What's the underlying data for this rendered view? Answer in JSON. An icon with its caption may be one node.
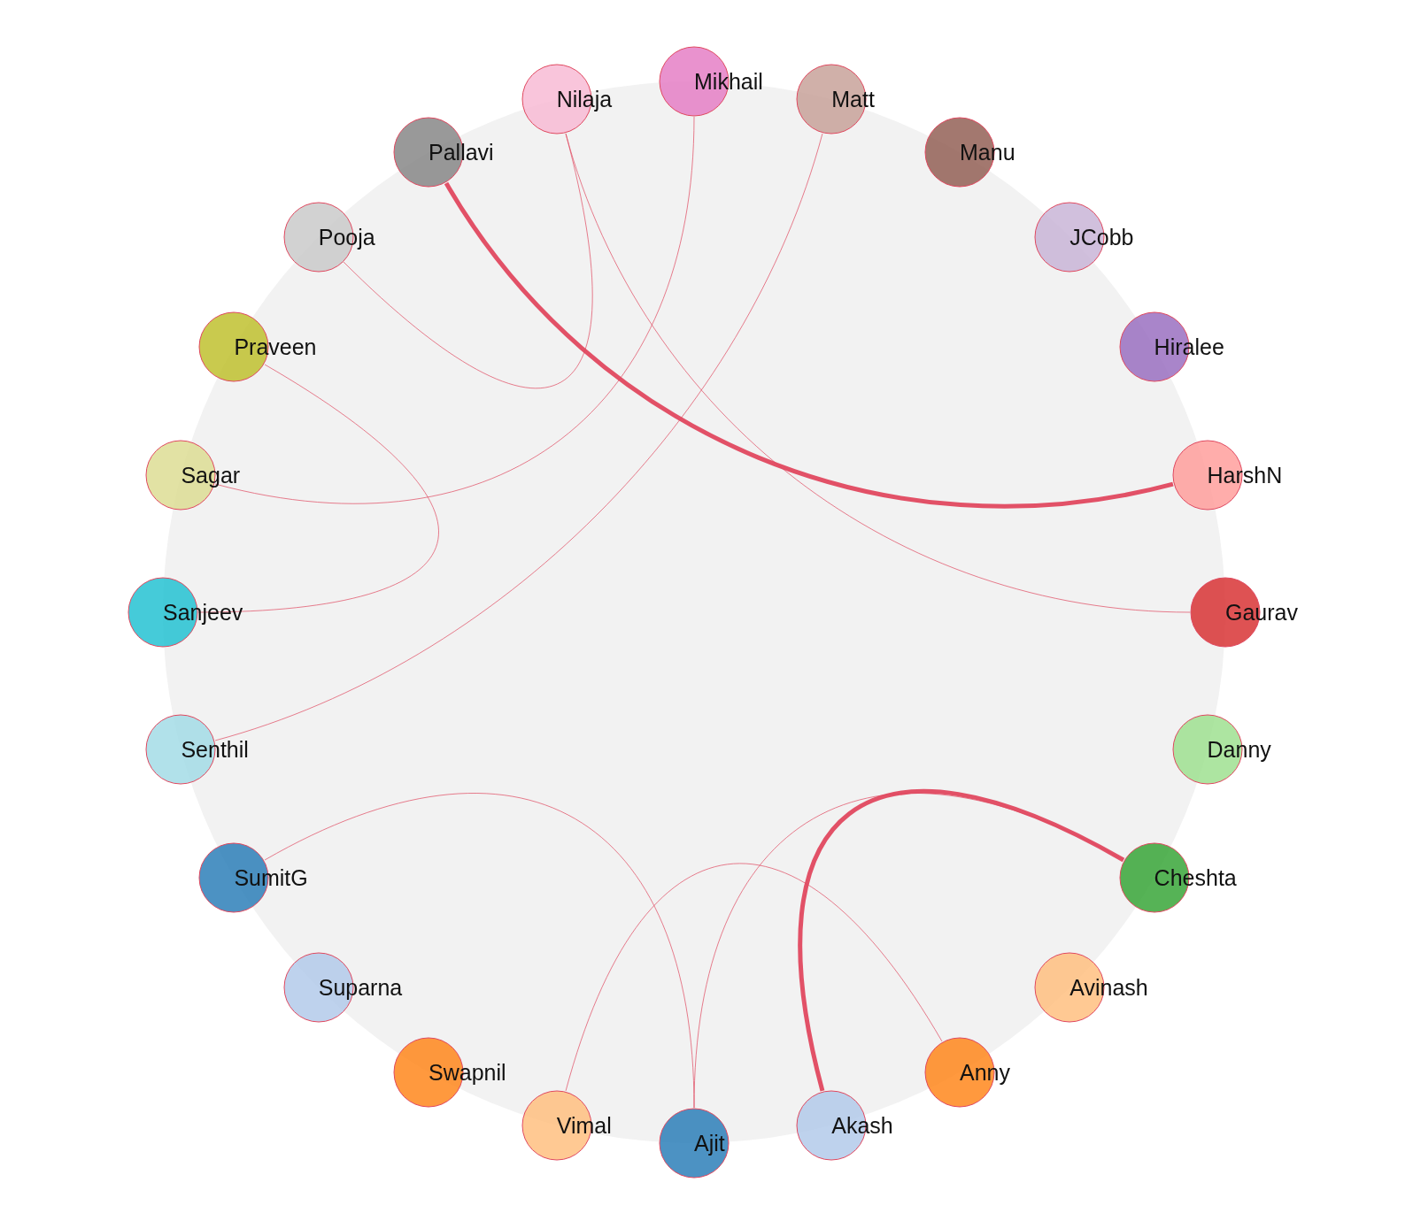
{
  "diagram": {
    "nodes": [
      {
        "text": [
          "Mikhail"
        ]
      },
      {
        "text": [
          "Matt"
        ]
      },
      {
        "text": [
          "Manu"
        ]
      },
      {
        "text": [
          "JCobb"
        ]
      },
      {
        "text": [
          "Hiralee"
        ]
      },
      {
        "text": [
          "HarshN"
        ]
      },
      {
        "text": [
          "Gaurav"
        ]
      },
      {
        "text": [
          "Danny"
        ]
      },
      {
        "text": [
          "Cheshta"
        ]
      },
      {
        "text": [
          "Avinash"
        ]
      },
      {
        "text": [
          "Anny"
        ]
      },
      {
        "text": [
          "Akash"
        ]
      },
      {
        "text": [
          "Ajit"
        ]
      },
      {
        "text": [
          "Vimal"
        ]
      },
      {
        "text": [
          "Swapnil"
        ]
      },
      {
        "text": [
          "Suparna"
        ]
      },
      {
        "text": [
          "SumitG"
        ]
      },
      {
        "text": [
          "Senthil"
        ]
      },
      {
        "text": [
          "Sanjeev"
        ]
      },
      {
        "text": [
          "Sagar"
        ]
      },
      {
        "text": [
          "Praveen"
        ]
      },
      {
        "text": [
          "Pooja"
        ]
      },
      {
        "text": [
          "Pallavi"
        ]
      },
      {
        "text": [
          "Nilaja"
        ]
      }
    ],
    "edges": [
      {
        "from": 22,
        "to": 5,
        "arrow": "none",
        "style": "thick"
      },
      {
        "from": 20,
        "to": 18,
        "arrow": "none"
      },
      {
        "from": 0,
        "to": 19,
        "arrow": "none"
      },
      {
        "from": 23,
        "to": 21,
        "arrow": "none"
      },
      {
        "from": 23,
        "to": 6,
        "arrow": "none"
      },
      {
        "from": 1,
        "to": 17,
        "arrow": "none"
      },
      {
        "from": 16,
        "to": 12,
        "arrow": "none"
      },
      {
        "from": 8,
        "to": 11,
        "arrow": "none",
        "style": "thick"
      },
      {
        "from": 12,
        "to": 8,
        "arrow": "none"
      },
      {
        "from": 13,
        "to": 10,
        "arrow": "none"
      }
    ]
  }
}
